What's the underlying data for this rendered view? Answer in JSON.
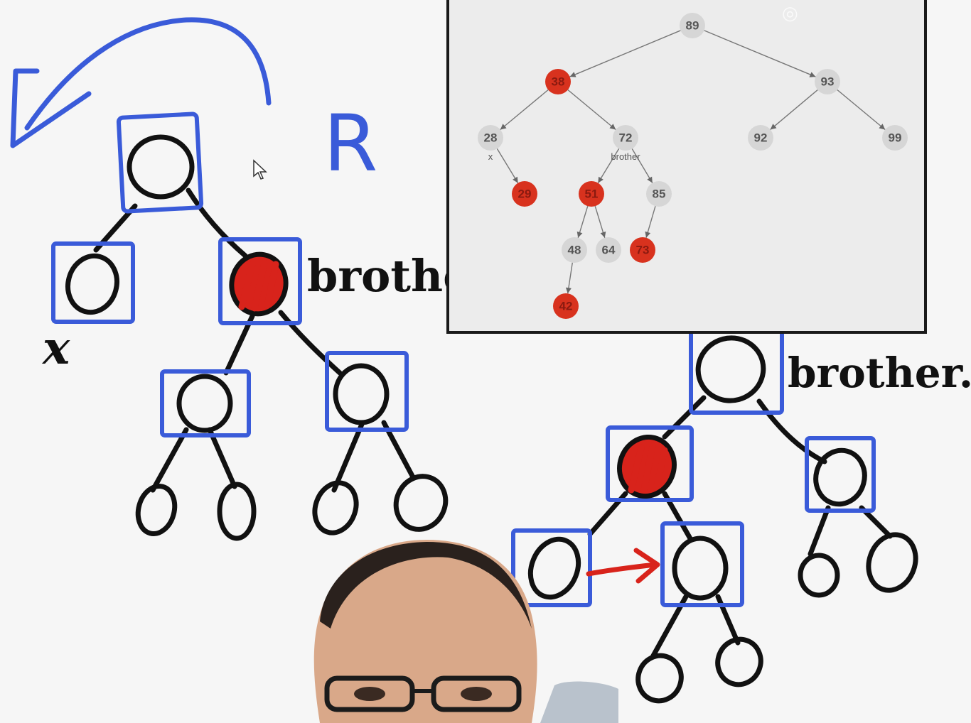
{
  "sketch": {
    "rotation_label": "R",
    "brother_label_left": "brother",
    "brother_label_right": "brother.",
    "x_label": "x"
  },
  "inset_tree": {
    "nodes": [
      {
        "id": "89",
        "label": "89",
        "color": "black"
      },
      {
        "id": "38",
        "label": "38",
        "color": "red"
      },
      {
        "id": "93",
        "label": "93",
        "color": "black"
      },
      {
        "id": "28",
        "label": "28",
        "color": "black"
      },
      {
        "id": "72",
        "label": "72",
        "color": "black"
      },
      {
        "id": "92",
        "label": "92",
        "color": "black"
      },
      {
        "id": "99",
        "label": "99",
        "color": "black"
      },
      {
        "id": "29",
        "label": "29",
        "color": "red"
      },
      {
        "id": "51",
        "label": "51",
        "color": "red"
      },
      {
        "id": "85",
        "label": "85",
        "color": "black"
      },
      {
        "id": "48",
        "label": "48",
        "color": "black"
      },
      {
        "id": "64",
        "label": "64",
        "color": "black"
      },
      {
        "id": "73",
        "label": "73",
        "color": "red"
      },
      {
        "id": "42",
        "label": "42",
        "color": "red"
      }
    ],
    "edges": [
      [
        "89",
        "38"
      ],
      [
        "89",
        "93"
      ],
      [
        "38",
        "28"
      ],
      [
        "38",
        "72"
      ],
      [
        "93",
        "92"
      ],
      [
        "93",
        "99"
      ],
      [
        "28",
        "29"
      ],
      [
        "72",
        "51"
      ],
      [
        "72",
        "85"
      ],
      [
        "51",
        "48"
      ],
      [
        "51",
        "64"
      ],
      [
        "85",
        "73"
      ],
      [
        "48",
        "42"
      ]
    ],
    "annotations": [
      {
        "node": "28",
        "text": "x"
      },
      {
        "node": "72",
        "text": "brother"
      }
    ],
    "colors": {
      "red": "#d8321e",
      "black": "#d6d6d6",
      "red_text": "#8a1a10",
      "black_text": "#555555"
    }
  },
  "colors": {
    "marker_blue": "#3a5bd9",
    "marker_red": "#d8231b",
    "ink": "#111111"
  },
  "icons": {
    "cursor": "pointer-cursor-icon"
  }
}
